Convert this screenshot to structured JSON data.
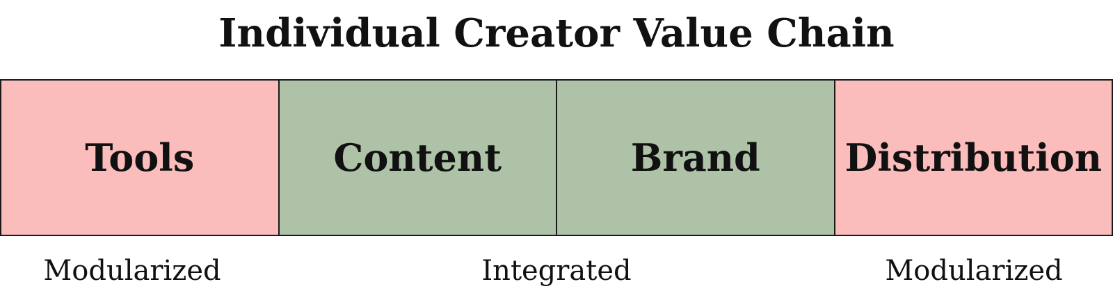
{
  "title": "Individual Creator Value Chain",
  "colors": {
    "modularized": "#fbbcbc",
    "integrated": "#adc2a6",
    "border": "#1a1a1a"
  },
  "segments": [
    {
      "label": "Tools",
      "type": "modularized"
    },
    {
      "label": "Content",
      "type": "integrated"
    },
    {
      "label": "Brand",
      "type": "integrated"
    },
    {
      "label": "Distribution",
      "type": "modularized"
    }
  ],
  "groups": {
    "left": "Modularized",
    "middle": "Integrated",
    "right": "Modularized"
  }
}
